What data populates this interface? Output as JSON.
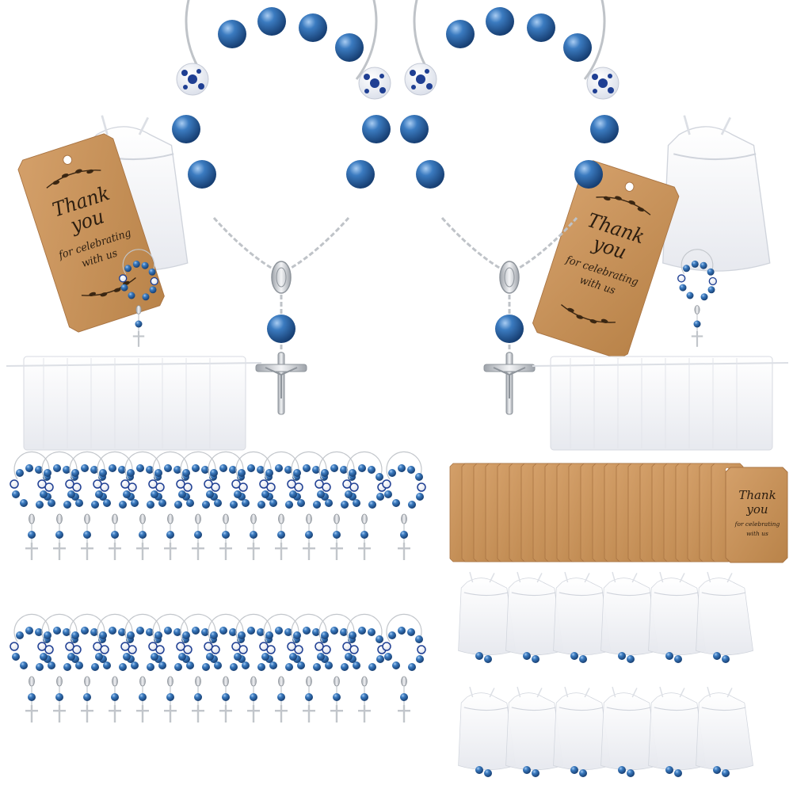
{
  "product": {
    "tag_line1": "Thank",
    "tag_line2": "you",
    "tag_line3": "for celebrating",
    "tag_line4": "with us"
  },
  "colors": {
    "pearl_blue": "#2f6aa8",
    "pearl_highlight": "#9cc4ee",
    "porcelain": "#f4f6fb",
    "porcelain_pattern": "#1f3f93",
    "silver": "#c9ccd1",
    "kraft": "#c9935a",
    "kraft_dark": "#a97443",
    "organza": "#eef0f4",
    "background": "#ffffff"
  },
  "items": [
    {
      "name": "rosary bracelet",
      "icon": "rosary-bracelet-icon"
    },
    {
      "name": "kraft thank-you tag",
      "icon": "kraft-tag-icon"
    },
    {
      "name": "white organza bag",
      "icon": "organza-bag-icon"
    }
  ]
}
